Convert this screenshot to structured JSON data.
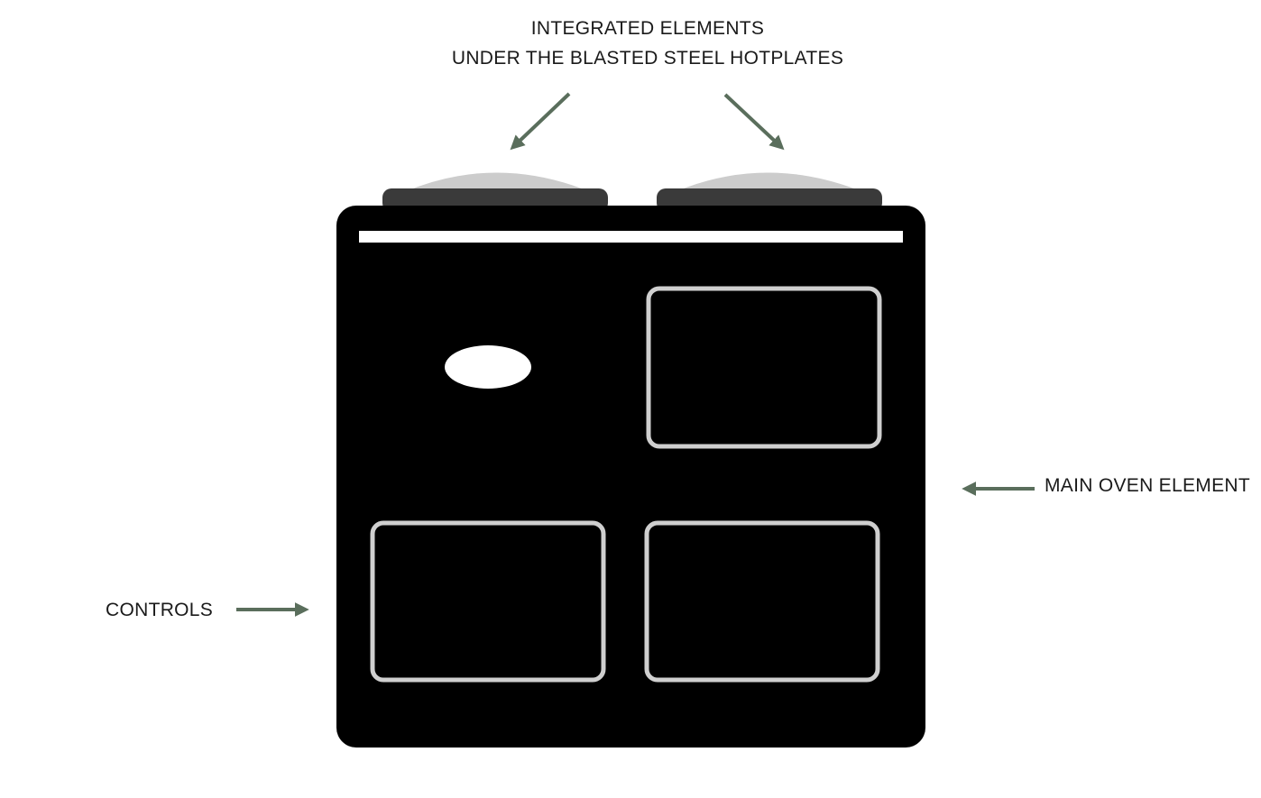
{
  "annotations": {
    "hotplates_line1": "INTEGRATED ELEMENTS",
    "hotplates_line2": "UNDER THE BLASTED STEEL HOTPLATES",
    "controls": "CONTROLS",
    "main_oven": "MAIN OVEN ELEMENT"
  },
  "colors": {
    "arrow": "#5a6e5c",
    "cooker_body": "#000000",
    "hotplate_base": "#3a3a3a",
    "hotplate_lid": "#cccccc",
    "door_outline": "#cfcfcf",
    "rail": "#ffffff"
  }
}
